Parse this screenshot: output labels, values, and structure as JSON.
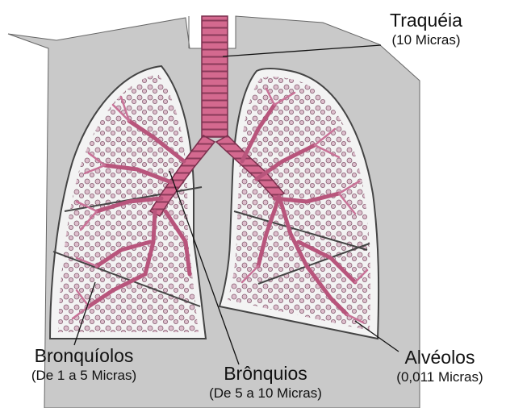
{
  "labels": {
    "traqueia": {
      "name": "Traquéia",
      "size": "(10 Micras)"
    },
    "bronquiolos": {
      "name": "Bronquíolos",
      "size": "(De 1 a 5 Micras)"
    },
    "bronquios": {
      "name": "Brônquios",
      "size": "(De 5 a 10 Micras)"
    },
    "alveolos": {
      "name": "Alvéolos",
      "size": "(0,011 Micras)"
    }
  },
  "colors": {
    "torso": "#c9c9c9",
    "lung_fill": "#f3f3f3",
    "airway": "#d4698f",
    "airway_dark": "#7a2f4d",
    "alveoli": "#b98aa2",
    "outline": "#444444"
  }
}
